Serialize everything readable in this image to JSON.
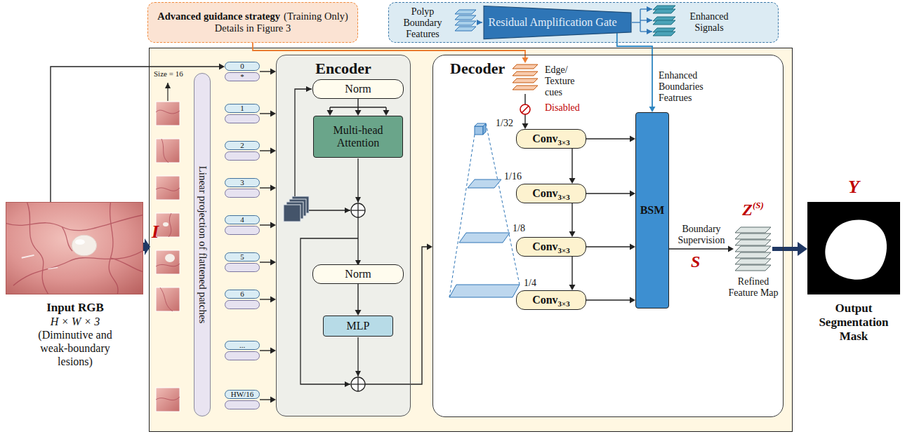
{
  "diagram": {
    "nodes": [
      {
        "text": [
          "Advanced guidance strategy",
          "(Training Only)",
          "Details in Figure 3"
        ]
      },
      {
        "text": [
          "Polyp Boundary Features",
          "Enhanced Signals"
        ]
      },
      {
        "text": [
          "Residual Amplification Gate"
        ],
        "in": 1
      },
      {
        "text": [
          "Input RGB",
          "H × W × 3",
          "(Diminutive and weak-boundary lesions)"
        ]
      },
      {
        "text": [
          "Linear projection of flattened patches"
        ]
      },
      {
        "text": [
          "0",
          "*"
        ]
      },
      {
        "text": [
          "1"
        ]
      },
      {
        "text": [
          "2"
        ]
      },
      {
        "text": [
          "3"
        ]
      },
      {
        "text": [
          "4"
        ]
      },
      {
        "text": [
          "5"
        ]
      },
      {
        "text": [
          "6"
        ]
      },
      {
        "text": [
          "..."
        ]
      },
      {
        "text": [
          "HW/16"
        ]
      },
      {
        "text": [
          "Encoder"
        ]
      },
      {
        "text": [
          "Norm"
        ],
        "in": 14
      },
      {
        "text": [
          "Multi-head Attention"
        ],
        "in": 14
      },
      {
        "text": [
          "Norm"
        ],
        "in": 14
      },
      {
        "text": [
          "MLP"
        ],
        "in": 14
      },
      {
        "text": [
          "Decoder"
        ]
      },
      {
        "text": [
          "Edge/ Texture cues",
          "Disabled"
        ],
        "in": 19
      },
      {
        "text": [
          "Conv",
          "3×3"
        ],
        "in": 19
      },
      {
        "text": [
          "Conv",
          "3×3"
        ],
        "in": 19
      },
      {
        "text": [
          "Conv",
          "3×3"
        ],
        "in": 19
      },
      {
        "text": [
          "Conv",
          "3×3"
        ],
        "in": 19
      },
      {
        "text": [
          "BSM"
        ],
        "in": 19
      },
      {
        "text": [
          "Z",
          "(S)",
          "Refined Feature Map"
        ],
        "in": 19
      },
      {
        "text": [
          "Y",
          "Output Segmentation Mask"
        ]
      }
    ],
    "edges": [
      {
        "from": 3,
        "to": 5,
        "arrow": "to"
      },
      {
        "from": 5,
        "to": 14,
        "arrow": "to"
      },
      {
        "from": 6,
        "to": 14,
        "arrow": "to"
      },
      {
        "from": 7,
        "to": 14,
        "arrow": "to"
      },
      {
        "from": 8,
        "to": 14,
        "arrow": "to"
      },
      {
        "from": 9,
        "to": 14,
        "arrow": "to"
      },
      {
        "from": 10,
        "to": 14,
        "arrow": "to"
      },
      {
        "from": 11,
        "to": 14,
        "arrow": "to"
      },
      {
        "from": 12,
        "to": 14,
        "arrow": "to"
      },
      {
        "from": 13,
        "to": 14,
        "arrow": "to"
      },
      {
        "from": 15,
        "to": 16,
        "arrow": "to"
      },
      {
        "from": 17,
        "to": 18,
        "arrow": "to"
      },
      {
        "from": 14,
        "to": 19,
        "arrow": "to"
      },
      {
        "from": 0,
        "to": 20,
        "arrow": "to"
      },
      {
        "from": 20,
        "to": 21,
        "arrow": "to"
      },
      {
        "from": 2,
        "to": 25,
        "arrow": "to"
      },
      {
        "from": 21,
        "to": 22,
        "arrow": "to"
      },
      {
        "from": 22,
        "to": 23,
        "arrow": "to"
      },
      {
        "from": 23,
        "to": 24,
        "arrow": "to"
      },
      {
        "from": 21,
        "to": 25,
        "arrow": "to"
      },
      {
        "from": 22,
        "to": 25,
        "arrow": "to"
      },
      {
        "from": 23,
        "to": 25,
        "arrow": "to"
      },
      {
        "from": 24,
        "to": 25,
        "arrow": "to"
      },
      {
        "from": 25,
        "to": 26,
        "arrow": "to",
        "label": "Boundary Supervision"
      },
      {
        "from": 26,
        "to": 27,
        "arrow": "to"
      }
    ],
    "labels": [
      "Size = 16",
      "I",
      "1/32",
      "1/16",
      "1/8",
      "1/4",
      "Enhanced Boundaries Featrues",
      "S"
    ]
  }
}
